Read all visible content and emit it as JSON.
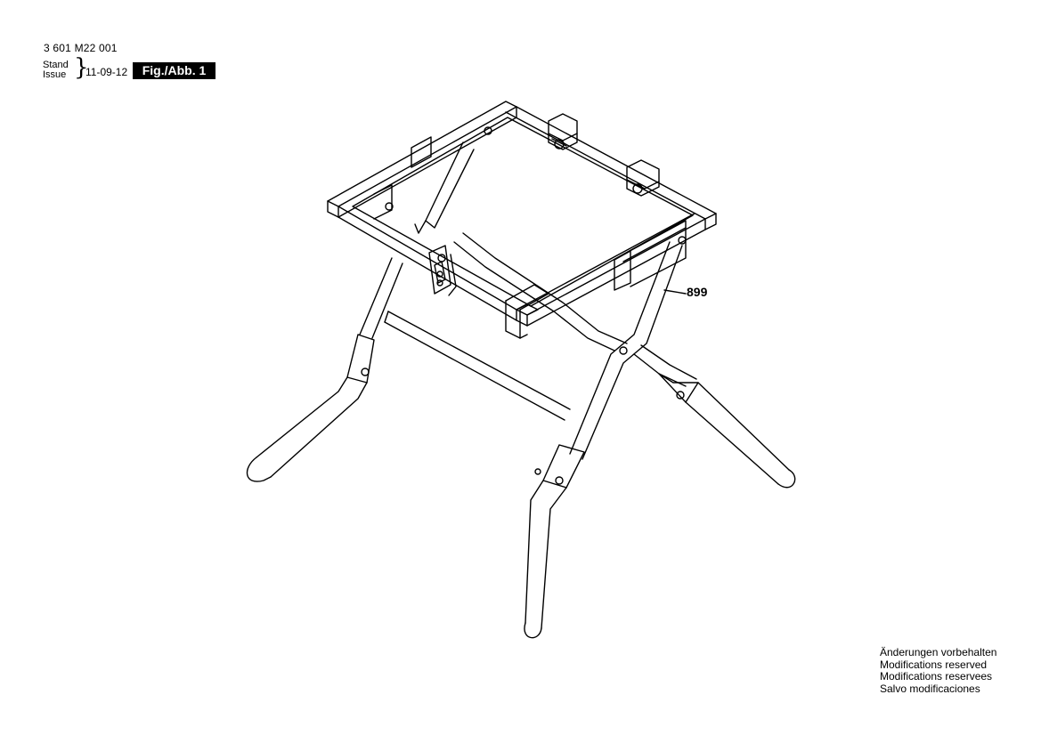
{
  "header": {
    "part_number": "3 601 M22 001",
    "stand_label": "Stand",
    "issue_label": "Issue",
    "issue_date": "11-09-12",
    "figure_label": "Fig./Abb. 1"
  },
  "callouts": [
    {
      "number": "899"
    }
  ],
  "disclaimer": {
    "lines": [
      "Änderungen vorbehalten",
      "Modifications reserved",
      "Modifications reservees",
      "Salvo modificaciones"
    ]
  },
  "colors": {
    "line": "#000000",
    "background": "#ffffff"
  }
}
